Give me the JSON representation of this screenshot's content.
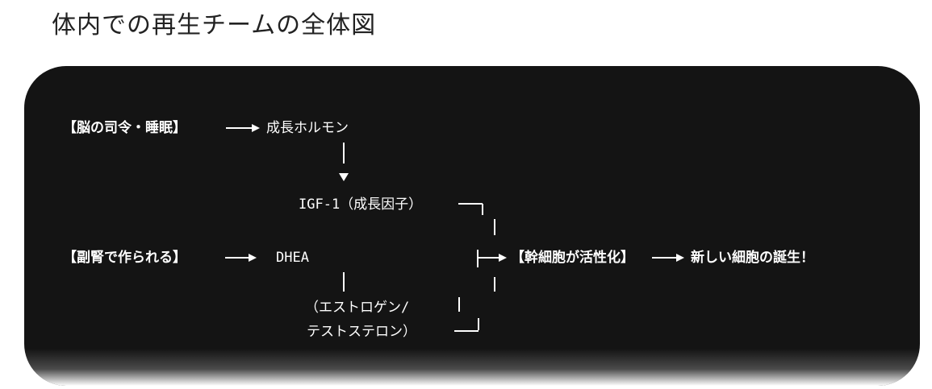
{
  "title": "体内での再生チームの全体図",
  "diagram": {
    "brain": "【脳の司令・睡眠】",
    "growth_hormone": "成長ホルモン",
    "igf": "IGF-1（成長因子）",
    "adrenal": "【副腎で作られる】",
    "dhea": "DHEA",
    "estrogen_line1": "（エストロゲン/",
    "estrogen_line2": "テストステロン）",
    "stem_cell": "【幹細胞が活性化】",
    "new_cell": "新しい細胞の誕生！"
  },
  "colors": {
    "card_background": "#141414",
    "text": "#ffffff",
    "title": "#222222"
  }
}
